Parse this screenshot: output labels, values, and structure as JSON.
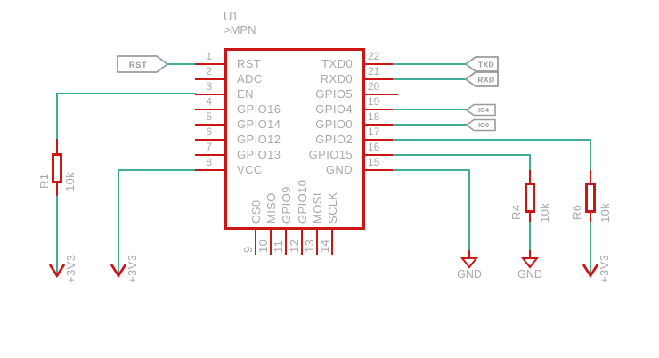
{
  "chip": {
    "designator": "U1",
    "value": ">MPN",
    "left_pins": [
      {
        "num": "1",
        "label": "RST"
      },
      {
        "num": "2",
        "label": "ADC"
      },
      {
        "num": "3",
        "label": "EN"
      },
      {
        "num": "4",
        "label": "GPIO16"
      },
      {
        "num": "5",
        "label": "GPIO14"
      },
      {
        "num": "6",
        "label": "GPIO12"
      },
      {
        "num": "7",
        "label": "GPIO13"
      },
      {
        "num": "8",
        "label": "VCC"
      }
    ],
    "right_pins": [
      {
        "num": "22",
        "label": "TXD0"
      },
      {
        "num": "21",
        "label": "RXD0"
      },
      {
        "num": "20",
        "label": "GPIO5"
      },
      {
        "num": "19",
        "label": "GPIO4"
      },
      {
        "num": "18",
        "label": "GPIO0"
      },
      {
        "num": "17",
        "label": "GPIO2"
      },
      {
        "num": "16",
        "label": "GPIO15"
      },
      {
        "num": "15",
        "label": "GND"
      }
    ],
    "bottom_pins": [
      {
        "num": "9",
        "label": "CS0"
      },
      {
        "num": "10",
        "label": "MISO"
      },
      {
        "num": "11",
        "label": "GPIO9"
      },
      {
        "num": "12",
        "label": "GPIO10"
      },
      {
        "num": "13",
        "label": "MOSI"
      },
      {
        "num": "14",
        "label": "SCLK"
      }
    ]
  },
  "flags": {
    "rst": "RST",
    "txd": "TXD",
    "rxd": "RXD",
    "io4": "IO4",
    "io0": "IO0"
  },
  "resistors": [
    {
      "name": "R1",
      "value": "10k"
    },
    {
      "name": "R4",
      "value": "10k"
    },
    {
      "name": "R6",
      "value": "10k"
    }
  ],
  "power": {
    "v33": "+3V3",
    "gnd": "GND"
  },
  "colors": {
    "net_wire": "#3fae99",
    "symbol": "#cc1616",
    "text": "#a9a9a9",
    "flag_outline": "#9b9b9b",
    "background": "#ffffff"
  }
}
